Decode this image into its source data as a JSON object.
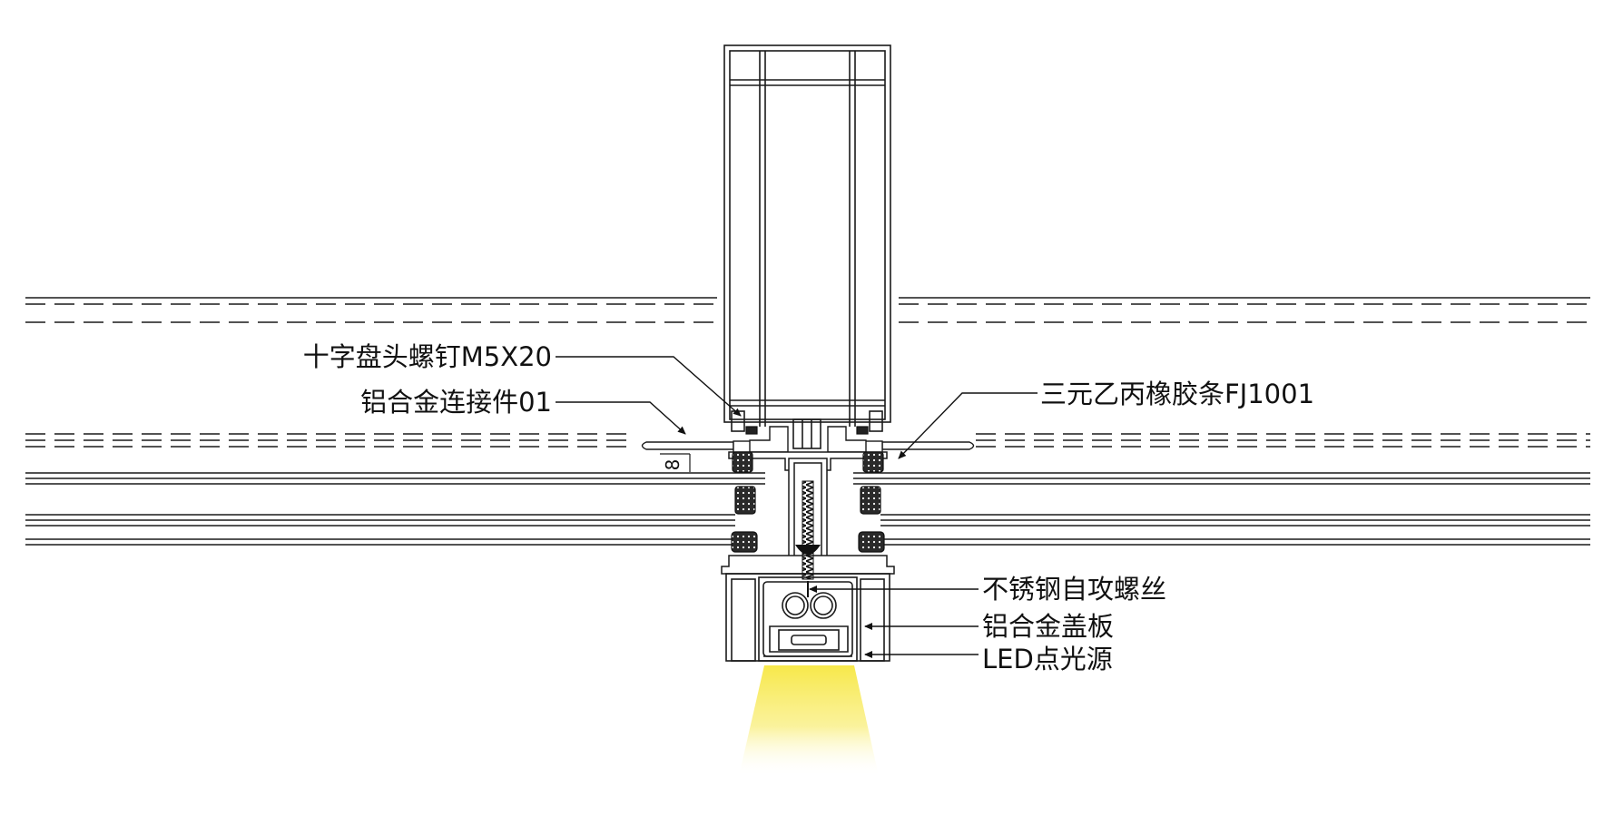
{
  "callouts": {
    "screw": "十字盘头螺钉M5X20",
    "connector": "铝合金连接件01",
    "gasket": "三元乙丙橡胶条FJ1001",
    "tapping_screw": "不锈钢自攻螺丝",
    "cover_plate": "铝合金盖板",
    "led": "LED点光源"
  },
  "dimension": {
    "spacing": "8"
  },
  "colors": {
    "line": "#1a1a1a",
    "gasket_fill": "#222222",
    "light_beam": "#f7e84a"
  }
}
